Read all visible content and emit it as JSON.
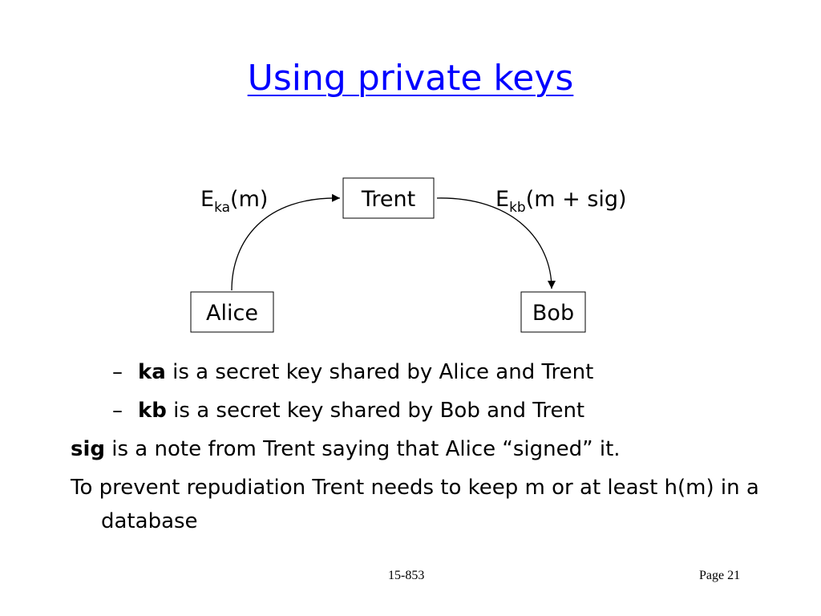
{
  "slide": {
    "title": "Using private keys",
    "diagram": {
      "nodes": {
        "trent": "Trent",
        "alice": "Alice",
        "bob": "Bob"
      },
      "edges": {
        "alice_to_trent": {
          "base": "E",
          "sub": "ka",
          "rest": "(m)"
        },
        "trent_to_bob": {
          "base": "E",
          "sub": "kb",
          "rest": "(m + sig)"
        }
      }
    },
    "bullets": {
      "item1": {
        "dash": "–",
        "term": "ka",
        "text": " is a secret key shared by Alice and Trent"
      },
      "item2": {
        "dash": "–",
        "term": "kb",
        "text": " is a secret key shared by Bob and Trent"
      },
      "item3": {
        "term": "sig",
        "text": " is a note from Trent saying that Alice “signed” it."
      },
      "item4": {
        "text": "To prevent repudiation Trent needs to keep m or at least h(m) in a database"
      }
    },
    "footer": {
      "course": "15-853",
      "page": "Page 21"
    }
  }
}
